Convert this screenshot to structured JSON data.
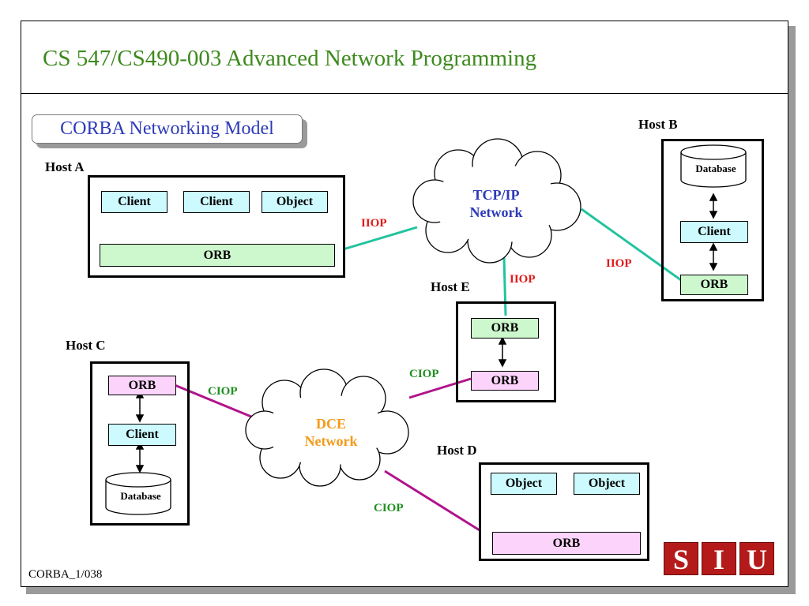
{
  "title": "CS 547/CS490-003 Advanced Network Programming",
  "subtitle": "CORBA Networking Model",
  "footer": "CORBA_1/038",
  "logo": [
    "S",
    "I",
    "U"
  ],
  "colors": {
    "title": "#3e8a1e",
    "subtitle": "#2d3ab8",
    "iiop": "#e01818",
    "ciop": "#1f8f1f",
    "iiop_line": "#22c3a0",
    "ciop_line": "#b0148c",
    "tcp_text": "#2d3ab8",
    "dce_text": "#f39a1a"
  },
  "hosts": {
    "a": {
      "label": "Host A",
      "nodes": [
        "Client",
        "Client",
        "Object"
      ],
      "orb": "ORB"
    },
    "b": {
      "label": "Host B",
      "database": "Database",
      "client": "Client",
      "orb": "ORB"
    },
    "c": {
      "label": "Host C",
      "orb": "ORB",
      "client": "Client",
      "database": "Database"
    },
    "d": {
      "label": "Host D",
      "nodes": [
        "Object",
        "Object"
      ],
      "orb": "ORB"
    },
    "e": {
      "label": "Host E",
      "orb_top": "ORB",
      "orb_bottom": "ORB"
    }
  },
  "clouds": {
    "tcp": {
      "line1": "TCP/IP",
      "line2": "Network"
    },
    "dce": {
      "line1": "DCE",
      "line2": "Network"
    }
  },
  "links": {
    "a_tcp": "IIOP",
    "tcp_e": "IIOP",
    "tcp_b": "IIOP",
    "c_dce": "CIOP",
    "dce_e": "CIOP",
    "dce_d": "CIOP"
  }
}
